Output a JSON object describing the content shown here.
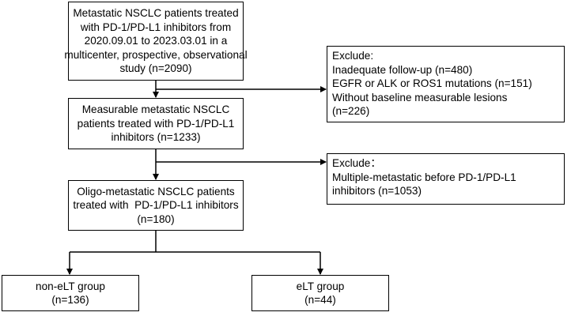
{
  "diagram": {
    "boxes": {
      "start": {
        "lines": [
          "Metastatic NSCLC patients treated",
          "with PD-1/PD-L1 inhibitors from",
          "2020.09.01 to 2023.03.01 in a",
          "multicenter, prospective, observational",
          "study (n=2090)"
        ]
      },
      "exclude1": {
        "lines": [
          "Exclude:",
          "Inadequate follow-up (n=480)",
          "EGFR or ALK or ROS1 mutations (n=151)",
          "Without baseline measurable lesions",
          "(n=226)"
        ]
      },
      "measurable": {
        "lines": [
          "Measurable metastatic NSCLC",
          "patients treated with PD-1/PD-L1",
          "inhibitors (n=1233)"
        ]
      },
      "exclude2": {
        "lines": [
          "Exclude：",
          "Multiple-metastatic before PD-1/PD-L1",
          "inhibitors (n=1053)"
        ]
      },
      "oligo": {
        "lines": [
          "Oligo-metastatic NSCLC patients",
          "treated with  PD-1/PD-L1 inhibitors",
          "(n=180)"
        ]
      },
      "non_elt": {
        "lines": [
          "non-eLT group",
          "(n=136)"
        ]
      },
      "elt": {
        "lines": [
          "eLT group",
          "(n=44)"
        ]
      }
    },
    "colors": {
      "stroke": "#000000",
      "background": "#ffffff",
      "text": "#000000"
    }
  }
}
